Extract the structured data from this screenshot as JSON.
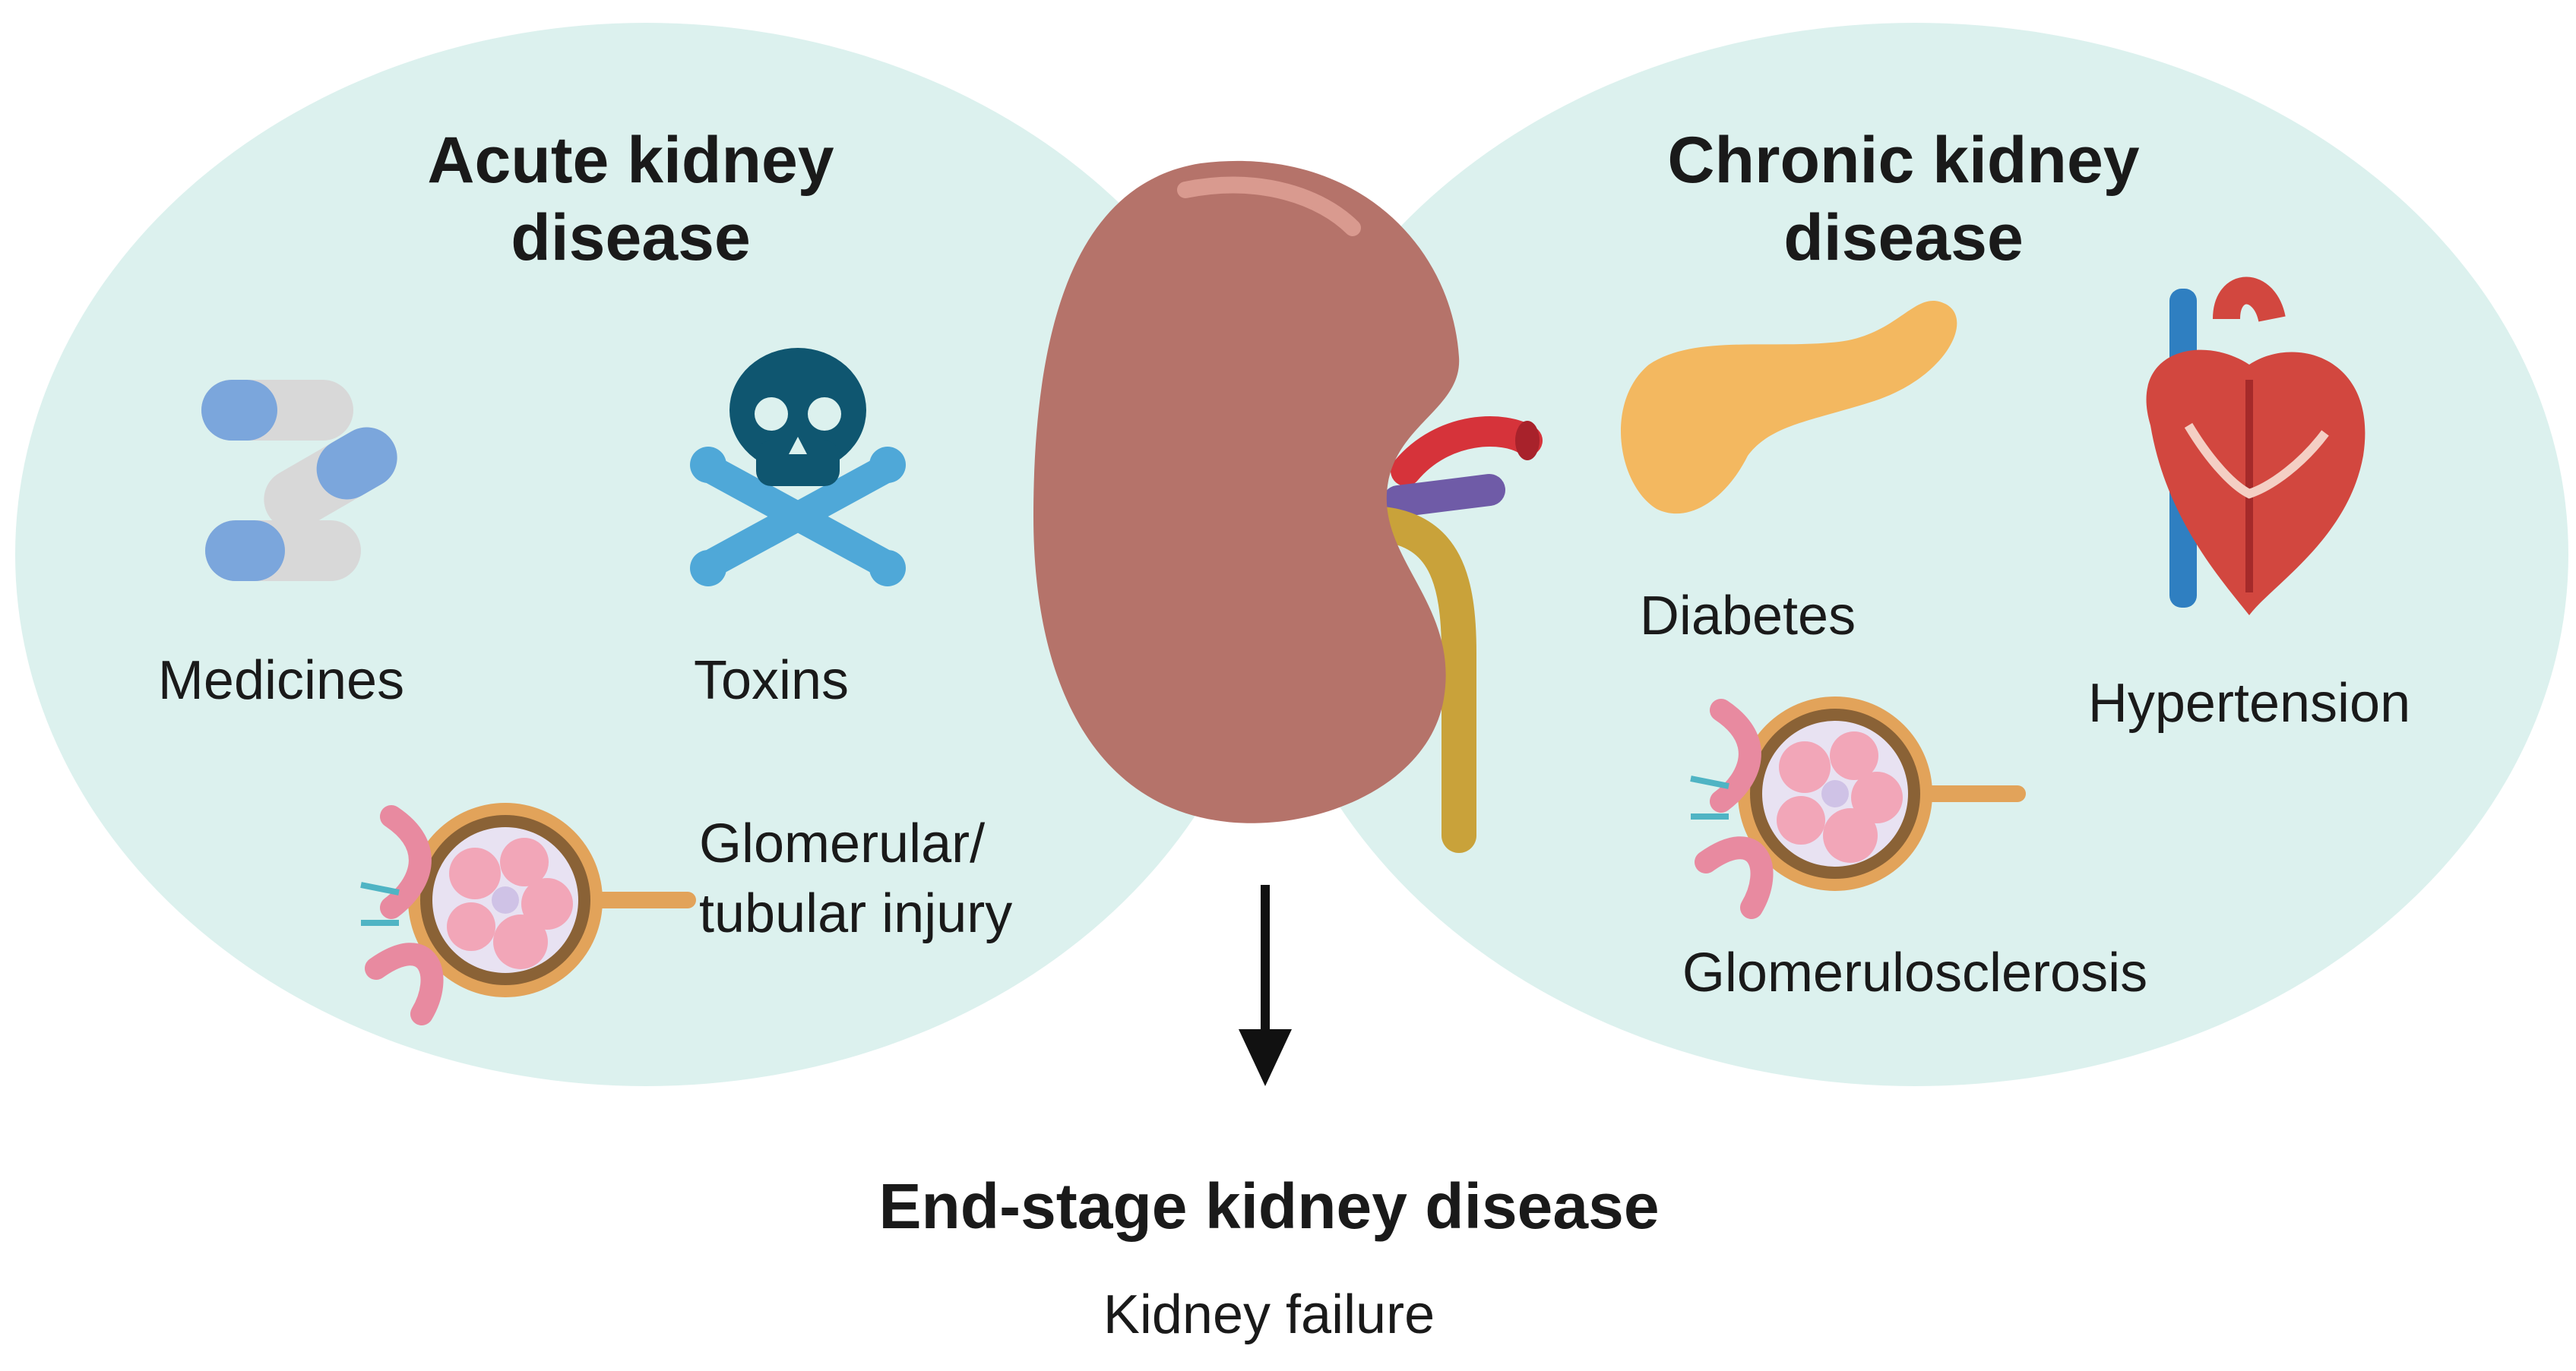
{
  "colors": {
    "circle_fill": "#dcf1ee",
    "kidney": "#b5736a",
    "artery": "#d6333a",
    "vein": "#6f5ba7",
    "ureter": "#c9a23a",
    "capsule_blue": "#7ba6dc",
    "skull": "#0f5670",
    "crossbones": "#4fa8d8",
    "pancreas": "#f3b860",
    "heart": "#d2473f",
    "arrow": "#111111"
  },
  "left_group": {
    "heading": "Acute kidney disease",
    "items": [
      {
        "label": "Medicines",
        "icon": "pill-capsules-icon"
      },
      {
        "label": "Toxins",
        "icon": "skull-crossbones-icon"
      },
      {
        "label": "Glomerular/ tubular injury",
        "icon": "glomerulus-icon"
      }
    ]
  },
  "right_group": {
    "heading": "Chronic kidney disease",
    "items": [
      {
        "label": "Diabetes",
        "icon": "pancreas-icon"
      },
      {
        "label": "Hypertension",
        "icon": "heart-icon"
      },
      {
        "label": "Glomerulosclerosis",
        "icon": "glomerulus-icon"
      }
    ]
  },
  "center_icon": "kidney-icon",
  "outcome": {
    "title": "End-stage kidney disease",
    "subtitle": "Kidney failure"
  }
}
